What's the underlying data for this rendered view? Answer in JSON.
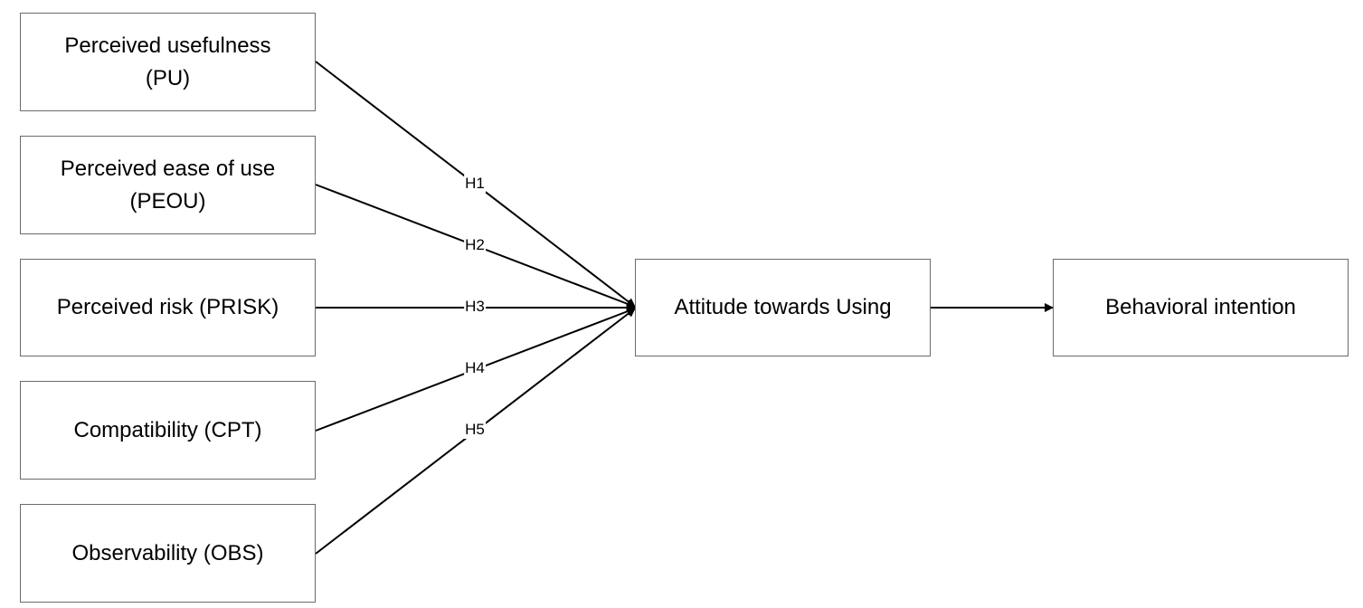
{
  "constructs": [
    {
      "id": "pu",
      "line1": "Perceived usefulness",
      "line2": "(PU)"
    },
    {
      "id": "peou",
      "line1": "Perceived ease of use",
      "line2": "(PEOU)"
    },
    {
      "id": "prisk",
      "line1": "Perceived risk (PRISK)",
      "line2": ""
    },
    {
      "id": "cpt",
      "line1": "Compatibility (CPT)",
      "line2": ""
    },
    {
      "id": "obs",
      "line1": "Observability (OBS)",
      "line2": ""
    }
  ],
  "attitude": {
    "label": "Attitude towards Using"
  },
  "intention": {
    "label": "Behavioral intention"
  },
  "hypotheses": [
    "H1",
    "H2",
    "H3",
    "H4",
    "H5"
  ],
  "colors": {
    "line": "#000000",
    "box_border": "#6b6b6b"
  }
}
